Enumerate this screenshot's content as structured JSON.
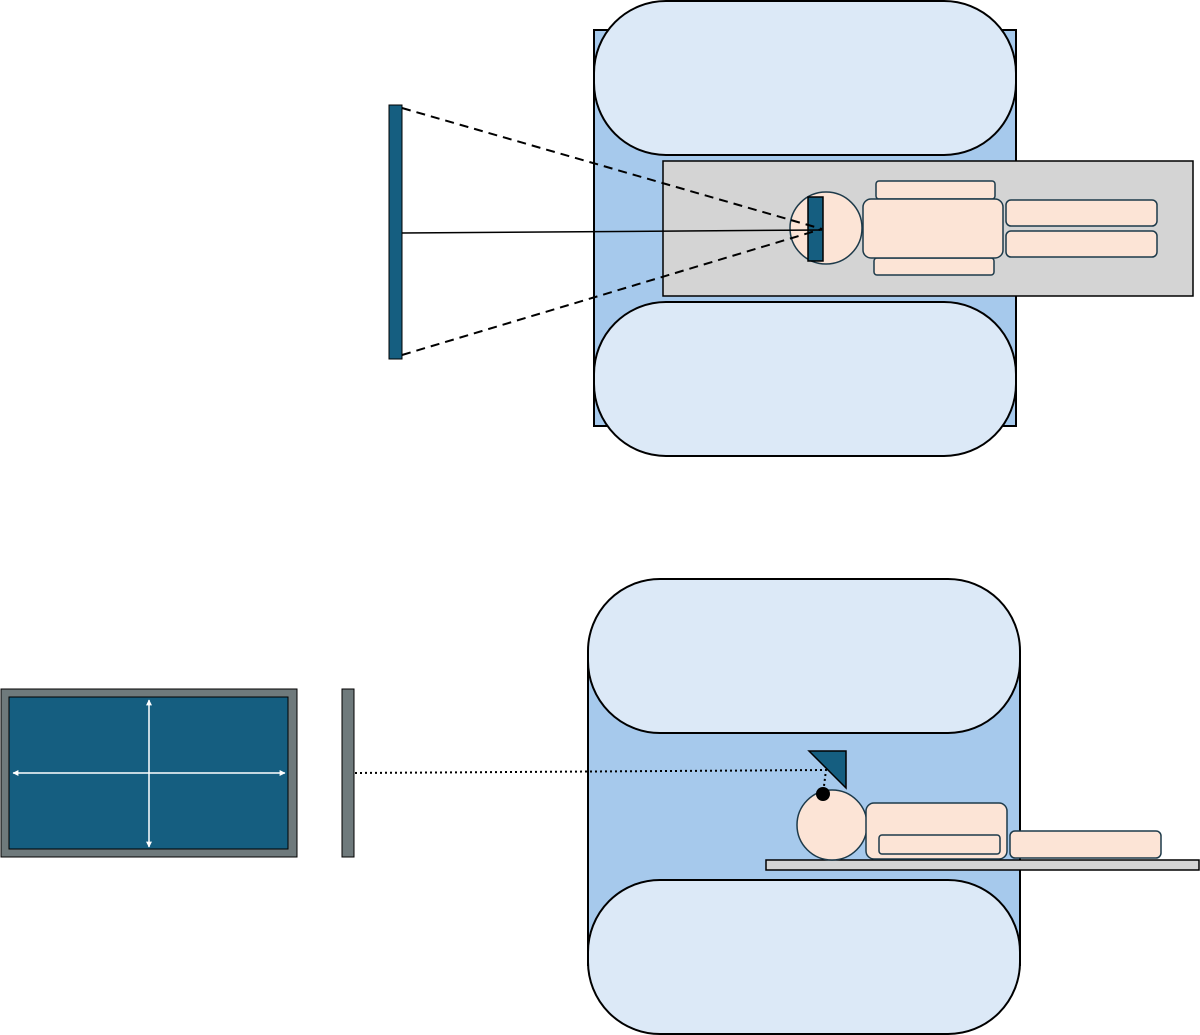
{
  "diagram": {
    "views": [
      {
        "name": "top-view",
        "components": [
          "scanner-bore",
          "patient-table",
          "patient",
          "head-mirror",
          "display-screen",
          "sight-lines"
        ]
      },
      {
        "name": "side-view",
        "components": [
          "scanner-bore",
          "patient-table",
          "patient",
          "head-mirror",
          "display-screen",
          "screen-face",
          "sight-line"
        ]
      }
    ],
    "colors": {
      "bore_light": "#dce9f7",
      "bore_mid": "#a6c9ec",
      "table": "#d4d4d4",
      "skin": "#fce4d6",
      "screen_blue": "#155e80",
      "screen_frame": "#6f7a7c",
      "stroke": "#000000",
      "arrow": "#ffffff"
    }
  }
}
